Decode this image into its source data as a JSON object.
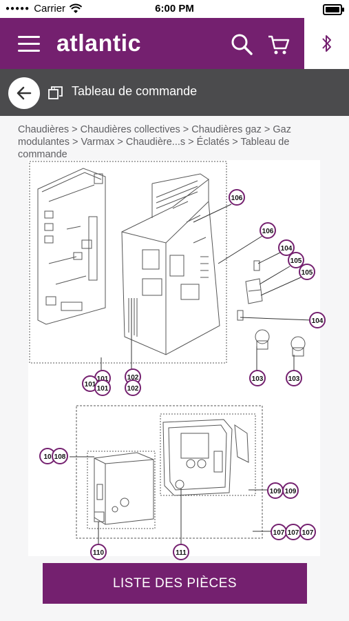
{
  "status_bar": {
    "carrier": "Carrier",
    "time": "6:00 PM"
  },
  "app_bar": {
    "logo": "atlantic"
  },
  "title_bar": {
    "title": "Tableau de commande"
  },
  "breadcrumb": {
    "path": "Chaudières > Chaudières collectives > Chaudières gaz > Gaz modulantes > Varmax > Chaudière...s > Éclatés > Tableau de commande"
  },
  "diagram": {
    "callouts": [
      "106",
      "106",
      "104",
      "105",
      "105",
      "104",
      "101",
      "101",
      "101",
      "102",
      "102",
      "103",
      "103",
      "10",
      "108",
      "109",
      "109",
      "107",
      "107",
      "107",
      "110",
      "111"
    ]
  },
  "parts_button": {
    "label": "LISTE DES PIÈCES"
  },
  "colors": {
    "brand": "#74206f",
    "title_bar": "#4b4b4d",
    "background": "#f6f6f7"
  }
}
